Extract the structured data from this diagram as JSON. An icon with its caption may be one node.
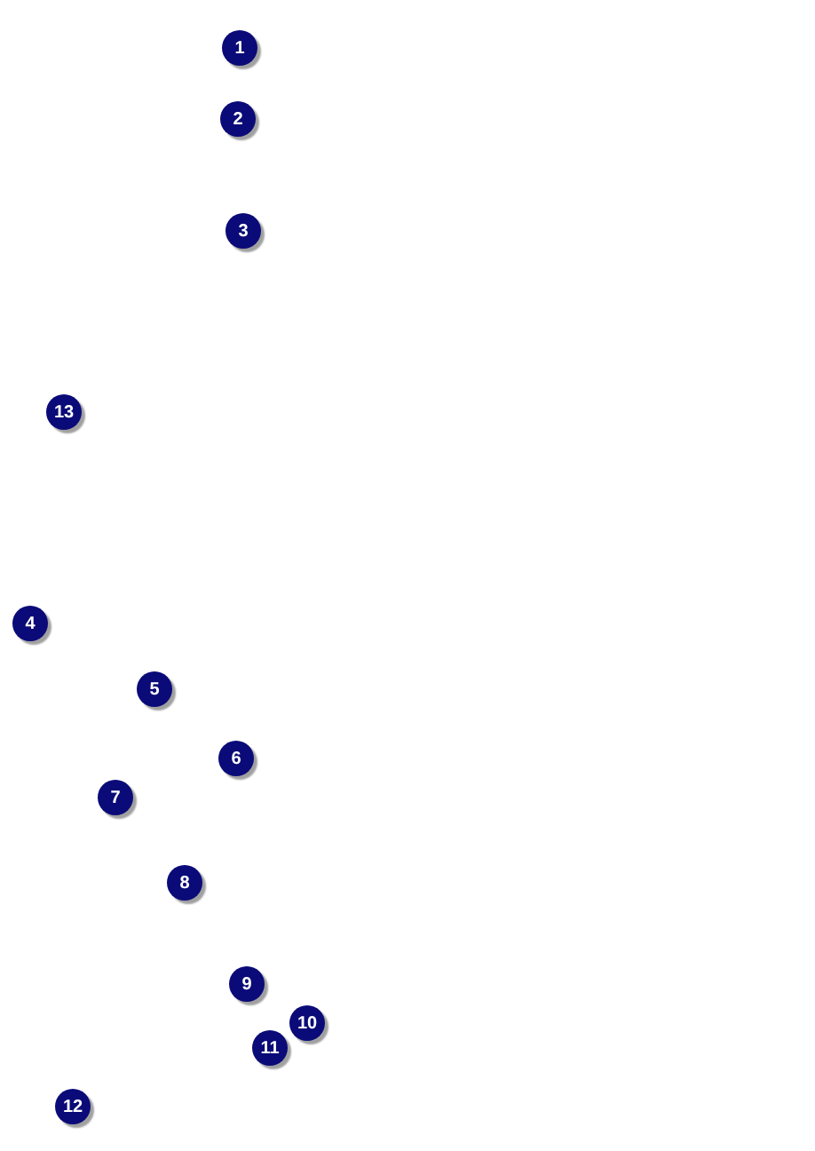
{
  "diagram": {
    "labels": [
      "1",
      "2",
      "3",
      "13",
      "4",
      "5",
      "6",
      "7",
      "8",
      "9",
      "10",
      "11",
      "12"
    ]
  }
}
